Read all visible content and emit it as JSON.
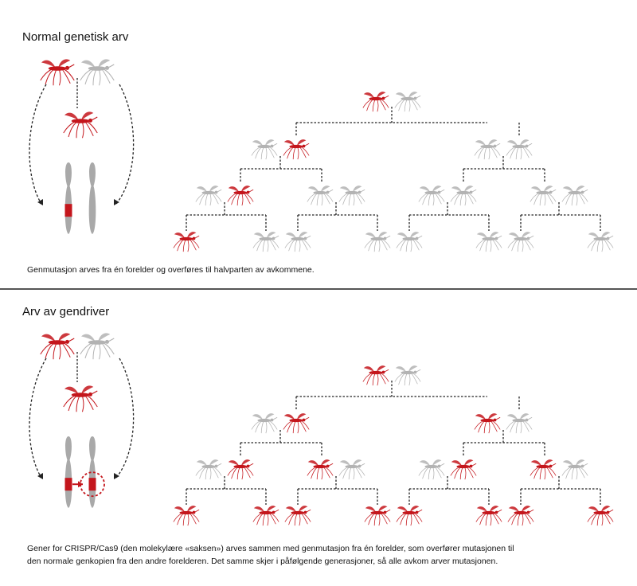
{
  "colors": {
    "mutant": "#c4161c",
    "normal": "#b3b3b3",
    "chromosome": "#a9a9a9",
    "line": "#222222",
    "divider": "#555555"
  },
  "icons": {
    "mosquito": "mosquito-icon",
    "chromosome": "chromosome-icon",
    "scissors_marker": "gene-drive-marker-icon"
  },
  "sections": [
    {
      "id": "normal",
      "title": "Normal genetisk arv",
      "caption": "Genmutasjon arves fra én forelder og overføres til halvparten av avkommene.",
      "parents": [
        "mutant",
        "normal"
      ],
      "child": "mutant",
      "chromosomes": [
        "mutant-band",
        "plain"
      ],
      "tree": {
        "root": [
          "mutant",
          "normal"
        ],
        "gen2": [
          [
            "normal",
            "mutant"
          ],
          [
            "normal",
            "normal"
          ]
        ],
        "gen3": [
          [
            "normal",
            "mutant"
          ],
          [
            "normal",
            "normal"
          ],
          [
            "normal",
            "normal"
          ],
          [
            "normal",
            "normal"
          ]
        ],
        "gen4": [
          "mutant",
          "normal",
          "normal",
          "normal",
          "normal",
          "normal",
          "normal",
          "normal"
        ]
      }
    },
    {
      "id": "drive",
      "title": "Arv av gendriver",
      "caption_lines": [
        "Gener for CRISPR/Cas9 (den molekylære «saksen») arves sammen med genmutasjon fra én forelder, som overfører mutasjonen til",
        "den normale genkopien fra den andre forelderen. Det samme skjer i påfølgende generasjoner, så alle avkom arver mutasjonen."
      ],
      "parents": [
        "mutant",
        "normal"
      ],
      "child": "mutant",
      "chromosomes": [
        "mutant-band",
        "drive-band"
      ],
      "tree": {
        "root": [
          "mutant",
          "normal"
        ],
        "gen2": [
          [
            "normal",
            "mutant"
          ],
          [
            "mutant",
            "normal"
          ]
        ],
        "gen3": [
          [
            "normal",
            "mutant"
          ],
          [
            "mutant",
            "normal"
          ],
          [
            "normal",
            "mutant"
          ],
          [
            "mutant",
            "normal"
          ]
        ],
        "gen4": [
          "mutant",
          "mutant",
          "mutant",
          "mutant",
          "mutant",
          "mutant",
          "mutant",
          "mutant"
        ]
      }
    }
  ]
}
